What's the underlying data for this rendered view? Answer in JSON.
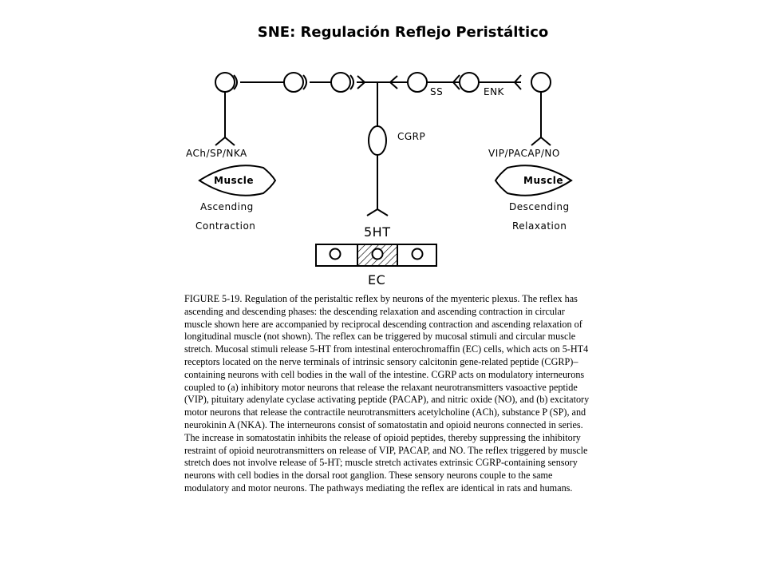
{
  "title": "SNE: Regulación Reflejo Peristáltico",
  "diagram": {
    "labels": {
      "ss": "SS",
      "enk": "ENK",
      "cgrp": "CGRP",
      "left_transmitters": "ACh/SP/NKA",
      "right_transmitters": "VIP/PACAP/NO",
      "left_muscle": "Muscle",
      "right_muscle": "Muscle",
      "left_phase_line1": "Ascending",
      "left_phase_line2": "Contraction",
      "right_phase_line1": "Descending",
      "right_phase_line2": "Relaxation",
      "serotonin": "5HT",
      "ec": "EC"
    }
  },
  "caption": "FIGURE 5-19. Regulation of the peristaltic reflex by neurons of the myenteric plexus. The reflex has ascending and descending phases: the descending relaxation and ascending contraction in circular muscle shown here are accompanied by reciprocal descending contraction and ascending relaxation of longitudinal muscle (not shown). The reflex can be triggered by mucosal stimuli and circular muscle stretch. Mucosal stimuli release 5-HT from intestinal enterochromaffin (EC) cells, which acts on 5-HT4 receptors located on the nerve terminals of intrinsic sensory calcitonin gene-related peptide (CGRP)–containing neurons with cell bodies in the wall of the intestine. CGRP acts on modulatory interneurons coupled to (a) inhibitory motor neurons that release the relaxant neurotransmitters vasoactive peptide (VIP), pituitary adenylate cyclase activating peptide (PACAP), and nitric oxide (NO), and (b) excitatory motor neurons that release the contractile neurotransmitters acetylcholine (ACh), substance P (SP), and neurokinin A (NKA). The interneurons consist of somatostatin and opioid neurons connected in series. The increase in somatostatin inhibits the release of opioid peptides, thereby suppressing the inhibitory restraint of opioid neurotransmitters on release of VIP, PACAP, and NO. The reflex triggered by muscle stretch does not involve release of 5-HT; muscle stretch activates extrinsic CGRP-containing sensory neurons with cell bodies in the dorsal root ganglion. These sensory neurons couple to the same modulatory and motor neurons. The pathways mediating the reflex are identical in rats and humans."
}
